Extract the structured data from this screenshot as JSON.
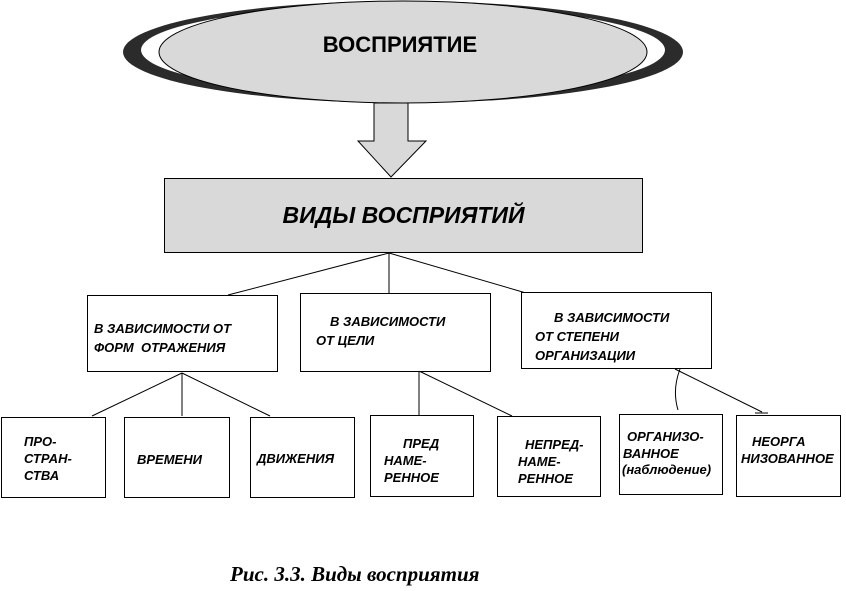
{
  "colors": {
    "outer_ring": "#2b2b2b",
    "ellipse_fill": "#d9d9d9",
    "main_box_fill": "#d9d9d9",
    "arrow_fill": "#d9d9d9",
    "stroke": "#000000"
  },
  "root": {
    "label": "ВОСПРИЯТИЕ"
  },
  "main": {
    "label": "ВИДЫ ВОСПРИЯТИЙ"
  },
  "groups": [
    {
      "label_lines": [
        "В ЗАВИСИМОСТИ ОТ",
        "ФОРМ  ОТРАЖЕНИЯ"
      ],
      "children": [
        {
          "label_lines": [
            "ПРО-",
            "СТРАН-",
            "СТВА"
          ]
        },
        {
          "label_lines": [
            "ВРЕМЕНИ"
          ]
        },
        {
          "label_lines": [
            "ДВИЖЕНИЯ"
          ]
        }
      ]
    },
    {
      "label_lines": [
        "В ЗАВИСИМОСТИ",
        "ОТ ЦЕЛИ"
      ],
      "children": [
        {
          "label_lines": [
            "ПРЕД",
            "НАМЕ-",
            "РЕННОЕ"
          ]
        },
        {
          "label_lines": [
            "НЕПРЕД-",
            "НАМЕ-",
            "РЕННОЕ"
          ]
        }
      ]
    },
    {
      "label_lines": [
        "В ЗАВИСИМОСТИ",
        "ОТ СТЕПЕНИ",
        "ОРГАНИЗАЦИИ"
      ],
      "children": [
        {
          "label_lines": [
            "ОРГАНИЗО-",
            "ВАННОЕ",
            "(наблюдение)"
          ]
        },
        {
          "label_lines": [
            "НЕОРГА",
            "НИЗОВАННОЕ"
          ]
        }
      ]
    }
  ],
  "caption": "Рис. 3.3. Виды восприятия"
}
